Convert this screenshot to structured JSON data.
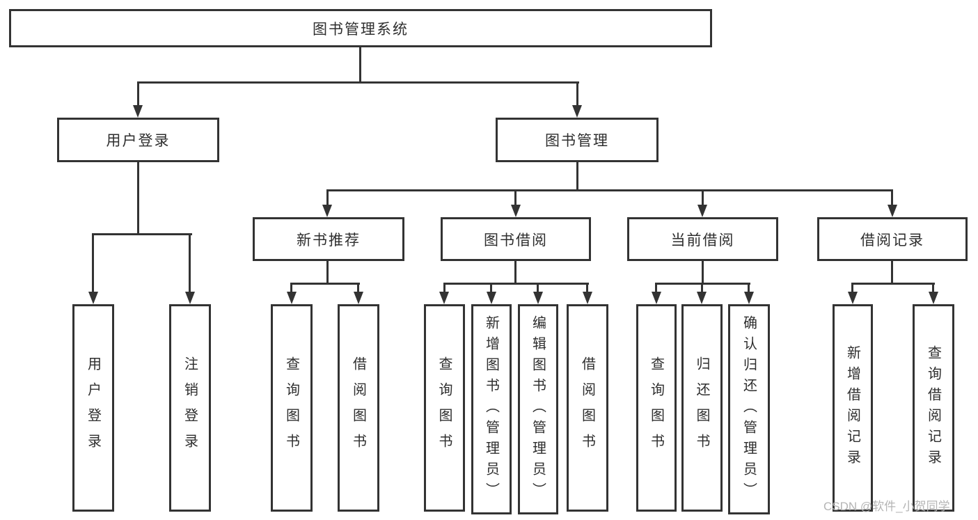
{
  "tree": {
    "root": {
      "label": "图书管理系统"
    },
    "branches": [
      {
        "label": "用户登录",
        "leaves": [
          "用户登录",
          "注销登录"
        ]
      },
      {
        "label": "图书管理",
        "groups": [
          {
            "label": "新书推荐",
            "leaves": [
              "查询图书",
              "借阅图书"
            ]
          },
          {
            "label": "图书借阅",
            "leaves": [
              "查询图书",
              "新增图书（管理员）",
              "编辑图书（管理员）",
              "借阅图书"
            ]
          },
          {
            "label": "当前借阅",
            "leaves": [
              "查询图书",
              "归还图书",
              "确认归还（管理员）"
            ]
          },
          {
            "label": "借阅记录",
            "leaves": [
              "新增借阅记录",
              "查询借阅记录"
            ]
          }
        ]
      }
    ]
  },
  "watermark": {
    "text": "CSDN @软件_小贺同学"
  },
  "colors": {
    "line": "#333333",
    "text": "#2e2e2e",
    "background": "#ffffff",
    "watermark": "#b5b5b5"
  }
}
